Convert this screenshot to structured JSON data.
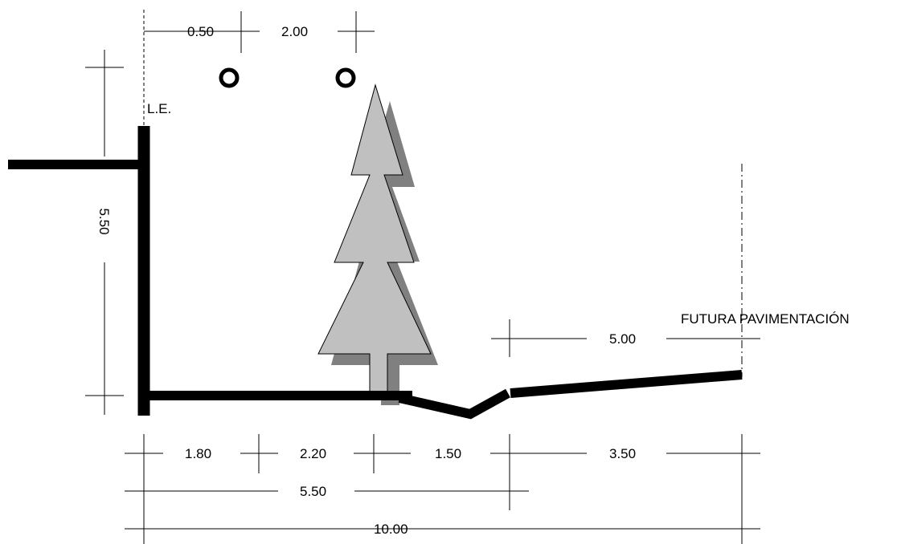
{
  "labels": {
    "street_line": "L.E.",
    "future_paving": "FUTURA PAVIMENTACIÓN"
  },
  "top_dimensions": {
    "first": "0.50",
    "second": "2.00"
  },
  "vertical_dimension": "5.50",
  "right_dimension": "5.00",
  "bottom_dimensions": {
    "row1": [
      "1.80",
      "2.20",
      "1.50",
      "3.50"
    ],
    "row2": "5.50",
    "row3": "10.00"
  },
  "colors": {
    "line": "#000000",
    "tree_fill": "#c0c0c0",
    "tree_shadow": "#808080"
  }
}
